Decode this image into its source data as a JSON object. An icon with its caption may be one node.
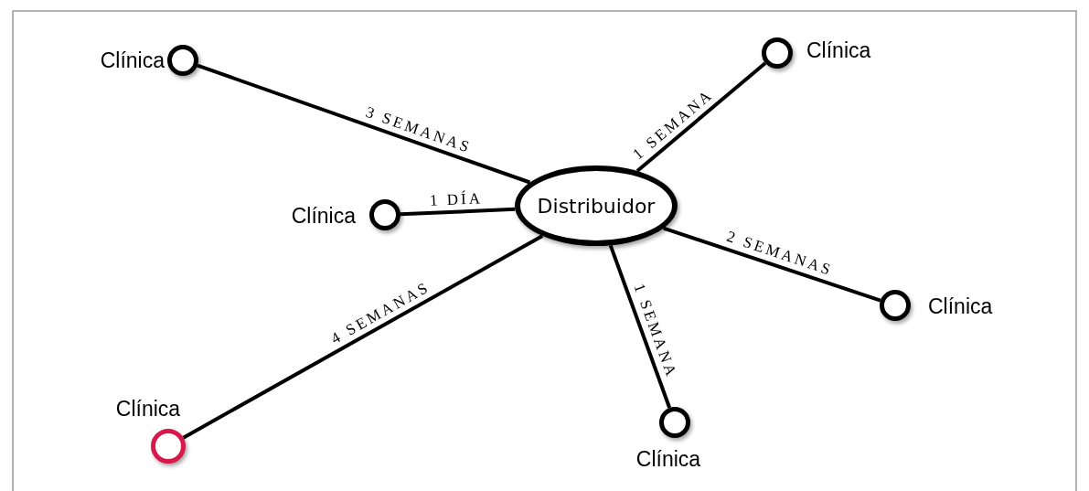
{
  "diagram": {
    "nodes": [
      {
        "text": [
          "Distribuidor"
        ]
      },
      {
        "text": [],
        "shape": "circle",
        "beside": [
          "Clínica"
        ]
      },
      {
        "text": [],
        "shape": "circle",
        "beside": [
          "Clínica"
        ]
      },
      {
        "text": [],
        "shape": "circle",
        "beside": [
          "Clínica"
        ]
      },
      {
        "text": [],
        "shape": "circle",
        "beside": [
          "Clínica"
        ]
      },
      {
        "text": [],
        "shape": "circle",
        "beside": [
          "Clínica"
        ]
      },
      {
        "text": [],
        "shape": "circle",
        "beside": [
          "Clínica"
        ]
      }
    ],
    "edges": [
      {
        "from": 0,
        "to": 1,
        "arrow": "none",
        "label": "3 SEMANAS"
      },
      {
        "from": 0,
        "to": 2,
        "arrow": "none",
        "label": "1 SEMANA"
      },
      {
        "from": 0,
        "to": 3,
        "arrow": "none",
        "label": "1 DÍA"
      },
      {
        "from": 0,
        "to": 4,
        "arrow": "none",
        "label": "2 SEMANAS"
      },
      {
        "from": 0,
        "to": 5,
        "arrow": "none",
        "label": "4 SEMANAS"
      },
      {
        "from": 0,
        "to": 6,
        "arrow": "none",
        "label": "1 SEMANA"
      }
    ]
  }
}
